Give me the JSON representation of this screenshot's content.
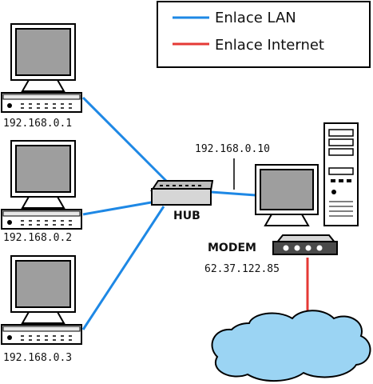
{
  "legend": {
    "lan_label": "Enlace LAN",
    "internet_label": "Enlace Internet",
    "lan_color": "#1e88e5",
    "internet_color": "#e53935"
  },
  "pcs": [
    {
      "ip": "192.168.0.1"
    },
    {
      "ip": "192.168.0.2"
    },
    {
      "ip": "192.168.0.3"
    }
  ],
  "server": {
    "ip": "192.168.0.10"
  },
  "hub": {
    "label": "HUB"
  },
  "modem": {
    "label": "MODEM",
    "ip": "62.37.122.85"
  },
  "cloud": {
    "icon": "internet-cloud-icon"
  }
}
